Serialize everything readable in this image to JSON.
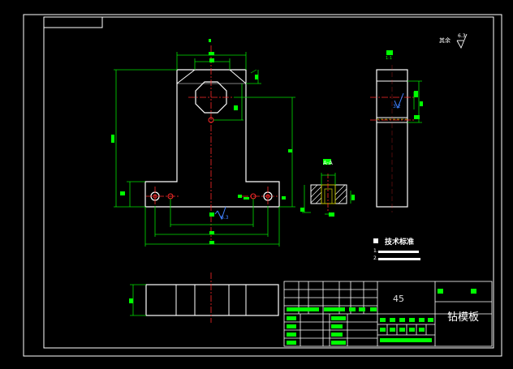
{
  "drawing": {
    "title": "钻模板",
    "material": "45",
    "roughness_note": "其余",
    "roughness_value": "6.3",
    "notes_heading": "技术标准",
    "notes_items": [
      "1.",
      "2."
    ],
    "view_mark": "A-A",
    "colors": {
      "background": "#000000",
      "border": "#ffffff",
      "outline": "#ffffff",
      "centerline": "#ff2a2a",
      "dimension": "#00e000",
      "dim_text": "#00ff00",
      "hidden": "#c0c000",
      "hatch": "#ffffff"
    }
  }
}
